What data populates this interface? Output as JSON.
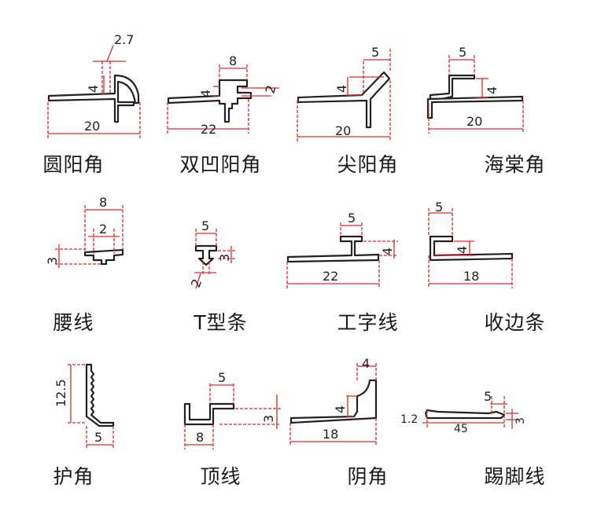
{
  "profiles": [
    {
      "name": "圆阳角",
      "dims": [
        "2.7",
        "4",
        "20"
      ]
    },
    {
      "name": "双凹阳角",
      "dims": [
        "8",
        "4",
        "2",
        "22"
      ]
    },
    {
      "name": "尖阳角",
      "dims": [
        "5",
        "4",
        "20"
      ]
    },
    {
      "name": "海棠角",
      "dims": [
        "5",
        "4",
        "20"
      ]
    },
    {
      "name": "腰线",
      "dims": [
        "8",
        "2",
        "3"
      ]
    },
    {
      "name": "T型条",
      "dims": [
        "5",
        "3",
        "2"
      ]
    },
    {
      "name": "工字线",
      "dims": [
        "5",
        "4",
        "22"
      ]
    },
    {
      "name": "收边条",
      "dims": [
        "5",
        "4",
        "18"
      ]
    },
    {
      "name": "护角",
      "dims": [
        "12.5",
        "5"
      ]
    },
    {
      "name": "顶线",
      "dims": [
        "5",
        "3",
        "8"
      ]
    },
    {
      "name": "阴角",
      "dims": [
        "4",
        "4",
        "18"
      ]
    },
    {
      "name": "踢脚线",
      "dims": [
        "5",
        "1.2",
        "45",
        "3"
      ]
    }
  ],
  "colors": {
    "dimension": "#e8262b",
    "profile": "#222222"
  }
}
